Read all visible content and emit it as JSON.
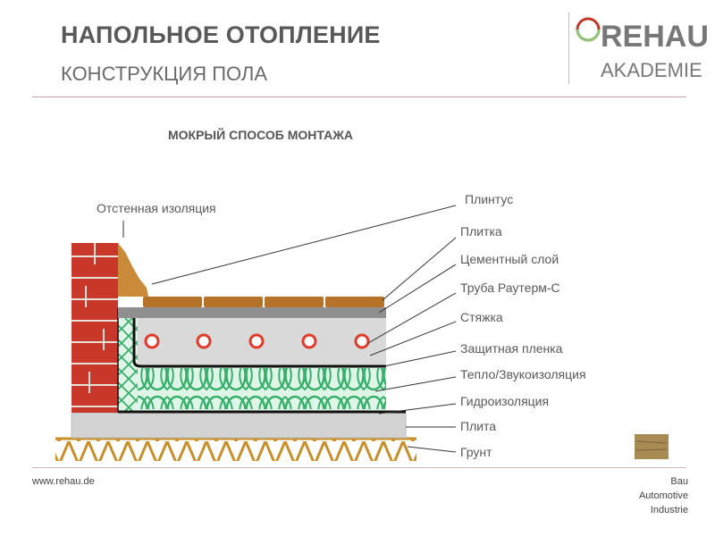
{
  "header": {
    "title": "НАПОЛЬНОЕ ОТОПЛЕНИЕ",
    "subtitle": "КОНСТРУКЦИЯ ПОЛА"
  },
  "logo": {
    "name": "REHAU",
    "sub": "AKADEMIE"
  },
  "diagram": {
    "section_title": "МОКРЫЙ СПОСОБ  МОНТАЖА",
    "left_label": "Отстенная изоляция",
    "labels": [
      "Плинтус",
      "Плитка",
      "Цементный слой",
      "Труба Раутерм-С",
      "Стяжка",
      "Защитная пленка",
      "Тепло/Звукоизоляция",
      "Гидроизоляция",
      "Плита",
      "Грунт"
    ]
  },
  "footer": {
    "url": "www.rehau.de",
    "right_lines": [
      "Bau",
      "Automotive",
      "Industrie"
    ]
  },
  "colors": {
    "brick": "#c8372a",
    "tile": "#b7722a",
    "screed": "#d9d9d9",
    "insulation": "#dff5e8",
    "insulation_line": "#36b06a",
    "pipe": "#e23a2a",
    "ground": "#c8902a",
    "slab": "#d2d2d2"
  },
  "icons": [
    "rehau-logo-icon",
    "wood-thumbnail-icon"
  ]
}
